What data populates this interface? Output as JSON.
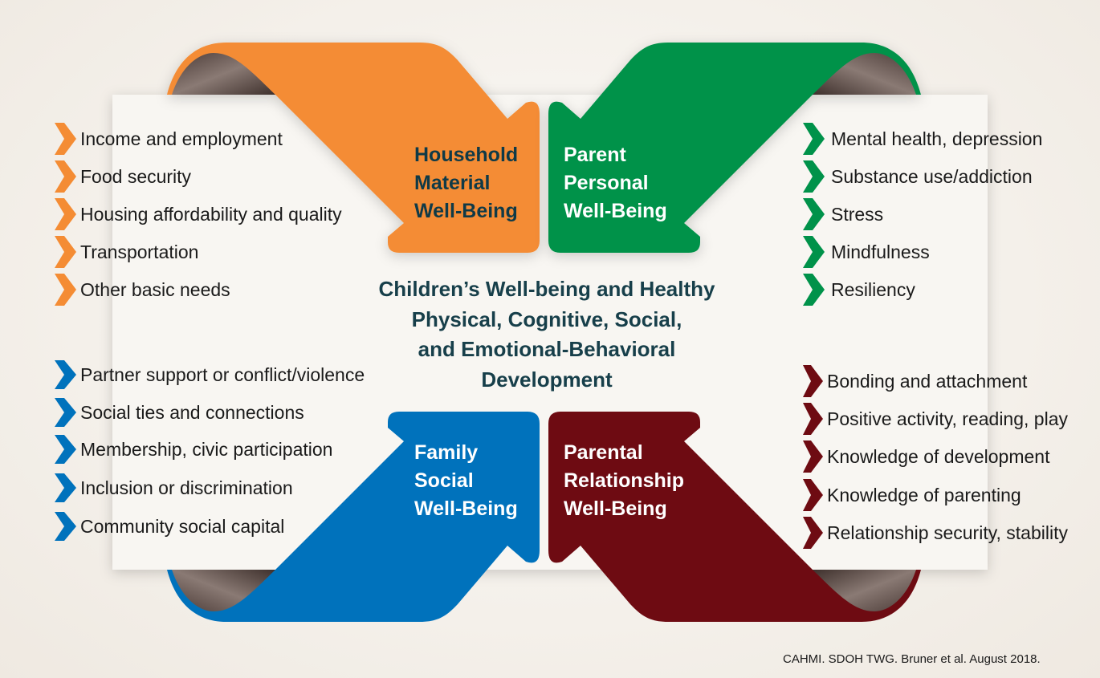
{
  "colors": {
    "orange": "#f48c34",
    "green": "#00924a",
    "blue": "#0072bc",
    "maroon": "#6e0b12",
    "title": "#173f4a"
  },
  "quadrants": {
    "top_left": {
      "label": [
        "Household",
        "Material",
        "Well-Being"
      ],
      "items": [
        "Income and employment",
        "Food security",
        "Housing affordability and quality",
        "Transportation",
        "Other basic needs"
      ]
    },
    "top_right": {
      "label": [
        "Parent",
        "Personal",
        "Well-Being"
      ],
      "items": [
        "Mental health, depression",
        "Substance use/addiction",
        "Stress",
        "Mindfulness",
        "Resiliency"
      ]
    },
    "bottom_left": {
      "label": [
        "Family",
        "Social",
        "Well-Being"
      ],
      "items": [
        "Partner support or conflict/violence",
        "Social ties and connections",
        "Membership, civic participation",
        "Inclusion or discrimination",
        "Community social capital"
      ]
    },
    "bottom_right": {
      "label": [
        "Parental",
        "Relationship",
        "Well-Being"
      ],
      "items": [
        "Bonding and attachment",
        "Positive activity, reading, play",
        "Knowledge of development",
        "Knowledge of parenting",
        "Relationship security, stability"
      ]
    }
  },
  "center_title": [
    "Children’s Well-being and Healthy",
    "Physical, Cognitive, Social,",
    "and Emotional-Behavioral",
    "Development"
  ],
  "footer": "CAHMI. SDOH TWG. Bruner et al. August 2018."
}
